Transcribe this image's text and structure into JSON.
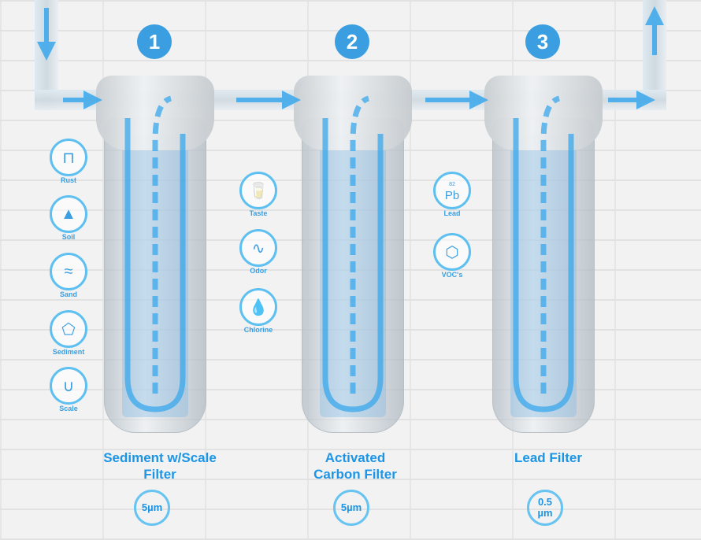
{
  "steps": [
    {
      "number": "1",
      "title_line1": "Sediment w/Scale",
      "title_line2": "Filter",
      "micron": "5µm",
      "contaminants": [
        {
          "label": "Rust",
          "icon": "pipe-rust-icon"
        },
        {
          "label": "Soil",
          "icon": "soil-icon"
        },
        {
          "label": "Sand",
          "icon": "sand-icon"
        },
        {
          "label": "Sediment",
          "icon": "sediment-icon"
        },
        {
          "label": "Scale",
          "icon": "scale-pipe-icon"
        }
      ]
    },
    {
      "number": "2",
      "title_line1": "Activated",
      "title_line2": "Carbon Filter",
      "micron": "5µm",
      "contaminants": [
        {
          "label": "Taste",
          "icon": "water-glass-icon"
        },
        {
          "label": "Odor",
          "icon": "odor-icon"
        },
        {
          "label": "Chlorine",
          "icon": "chlorine-drop-icon"
        }
      ]
    },
    {
      "number": "3",
      "title_line1": "Lead Filter",
      "title_line2": "",
      "micron_line1": "0.5",
      "micron_line2": "µm",
      "contaminants": [
        {
          "label": "Lead",
          "icon": "lead-pb-icon",
          "symbol": "Pb",
          "atomic_number": "82"
        },
        {
          "label": "VOC's",
          "icon": "molecule-icon"
        }
      ]
    }
  ],
  "colors": {
    "accent": "#3a9ee0",
    "text": "#1c95e6",
    "flow": "#3aa8ec"
  }
}
